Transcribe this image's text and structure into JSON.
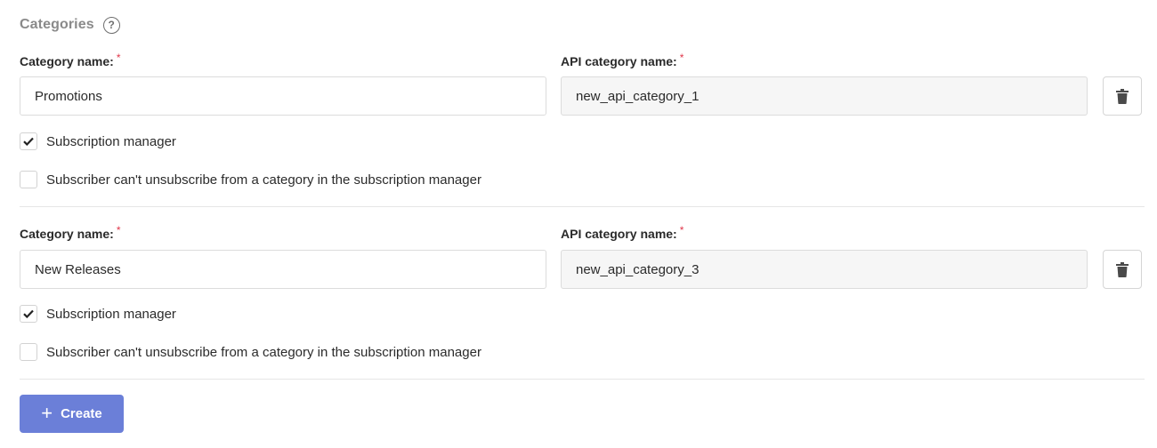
{
  "section": {
    "title": "Categories",
    "help_icon": "?"
  },
  "categories": [
    {
      "name_label": "Category name:",
      "name_value": "Promotions",
      "api_label": "API category name:",
      "api_value": "new_api_category_1",
      "required_mark": "*",
      "subscription_manager_label": "Subscription manager",
      "subscription_manager_checked": true,
      "cant_unsubscribe_label": "Subscriber can't unsubscribe from a category in the subscription manager",
      "cant_unsubscribe_checked": false
    },
    {
      "name_label": "Category name:",
      "name_value": "New Releases",
      "api_label": "API category name:",
      "api_value": "new_api_category_3",
      "required_mark": "*",
      "subscription_manager_label": "Subscription manager",
      "subscription_manager_checked": true,
      "cant_unsubscribe_label": "Subscriber can't unsubscribe from a category in the subscription manager",
      "cant_unsubscribe_checked": false
    }
  ],
  "create_button": {
    "label": "Create",
    "icon": "plus-icon"
  },
  "colors": {
    "primary_button": "#6b7fd8",
    "required": "#e0374a",
    "readonly_bg": "#f6f6f6"
  }
}
